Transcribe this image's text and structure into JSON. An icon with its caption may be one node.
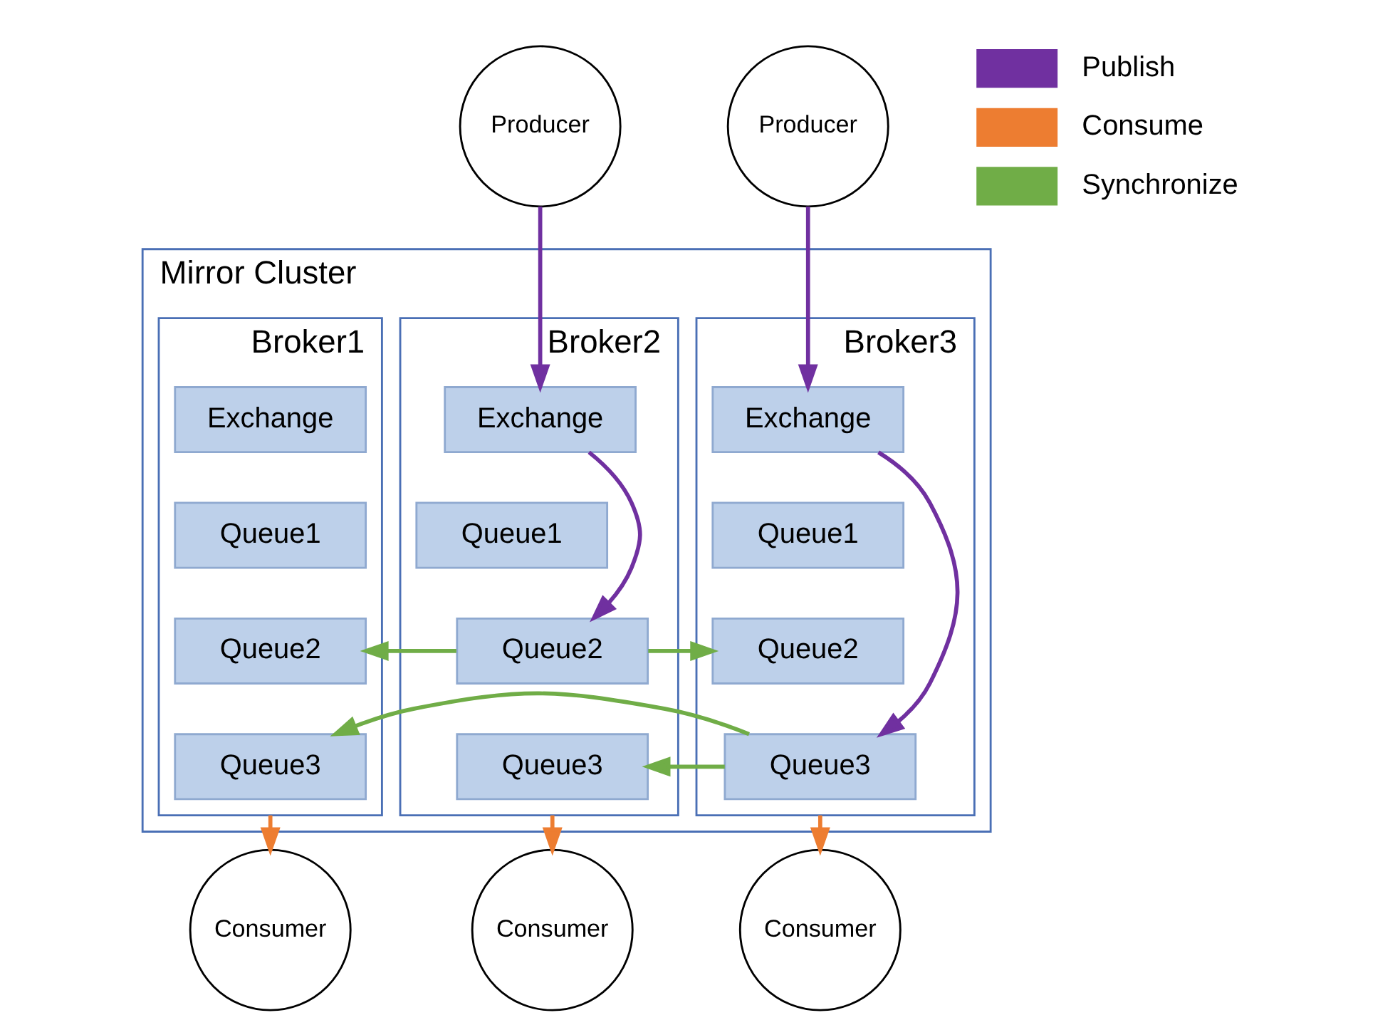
{
  "diagram": {
    "nodes": [
      {
        "text": [
          "Producer"
        ]
      },
      {
        "text": [
          "Producer"
        ]
      },
      {
        "text": [
          "Mirror Cluster"
        ]
      },
      {
        "text": [
          "Broker1"
        ],
        "in": 2
      },
      {
        "text": [
          "Exchange"
        ],
        "in": 3
      },
      {
        "text": [
          "Queue1"
        ],
        "in": 3
      },
      {
        "text": [
          "Queue2"
        ],
        "in": 3
      },
      {
        "text": [
          "Queue3"
        ],
        "in": 3
      },
      {
        "text": [
          "Broker2"
        ],
        "in": 2
      },
      {
        "text": [
          "Exchange"
        ],
        "in": 8
      },
      {
        "text": [
          "Queue1"
        ],
        "in": 8
      },
      {
        "text": [
          "Queue2"
        ],
        "in": 8
      },
      {
        "text": [
          "Queue3"
        ],
        "in": 8
      },
      {
        "text": [
          "Broker3"
        ],
        "in": 2
      },
      {
        "text": [
          "Exchange"
        ],
        "in": 13
      },
      {
        "text": [
          "Queue1"
        ],
        "in": 13
      },
      {
        "text": [
          "Queue2"
        ],
        "in": 13
      },
      {
        "text": [
          "Queue3"
        ],
        "in": 13
      },
      {
        "text": [
          "Consumer"
        ]
      },
      {
        "text": [
          "Consumer"
        ]
      },
      {
        "text": [
          "Consumer"
        ]
      }
    ],
    "edges": [
      {
        "from": 0,
        "to": 9,
        "arrow": "to",
        "color": "#7030a0"
      },
      {
        "from": 1,
        "to": 14,
        "arrow": "to",
        "color": "#7030a0"
      },
      {
        "from": 9,
        "to": 11,
        "arrow": "to",
        "color": "#7030a0"
      },
      {
        "from": 14,
        "to": 17,
        "arrow": "to",
        "color": "#7030a0"
      },
      {
        "from": 11,
        "to": 6,
        "arrow": "to",
        "color": "#70ad47"
      },
      {
        "from": 11,
        "to": 16,
        "arrow": "to",
        "color": "#70ad47"
      },
      {
        "from": 17,
        "to": 12,
        "arrow": "to",
        "color": "#70ad47"
      },
      {
        "from": 17,
        "to": 7,
        "arrow": "to",
        "color": "#70ad47"
      },
      {
        "from": 3,
        "to": 18,
        "arrow": "to",
        "color": "#ed7d31"
      },
      {
        "from": 8,
        "to": 19,
        "arrow": "to",
        "color": "#ed7d31"
      },
      {
        "from": 13,
        "to": 20,
        "arrow": "to",
        "color": "#ed7d31"
      }
    ],
    "legend": [
      {
        "text": "Publish",
        "color": "#7030a0"
      },
      {
        "text": "Consume",
        "color": "#ed7d31"
      },
      {
        "text": "Synchronize",
        "color": "#70ad47"
      }
    ]
  }
}
